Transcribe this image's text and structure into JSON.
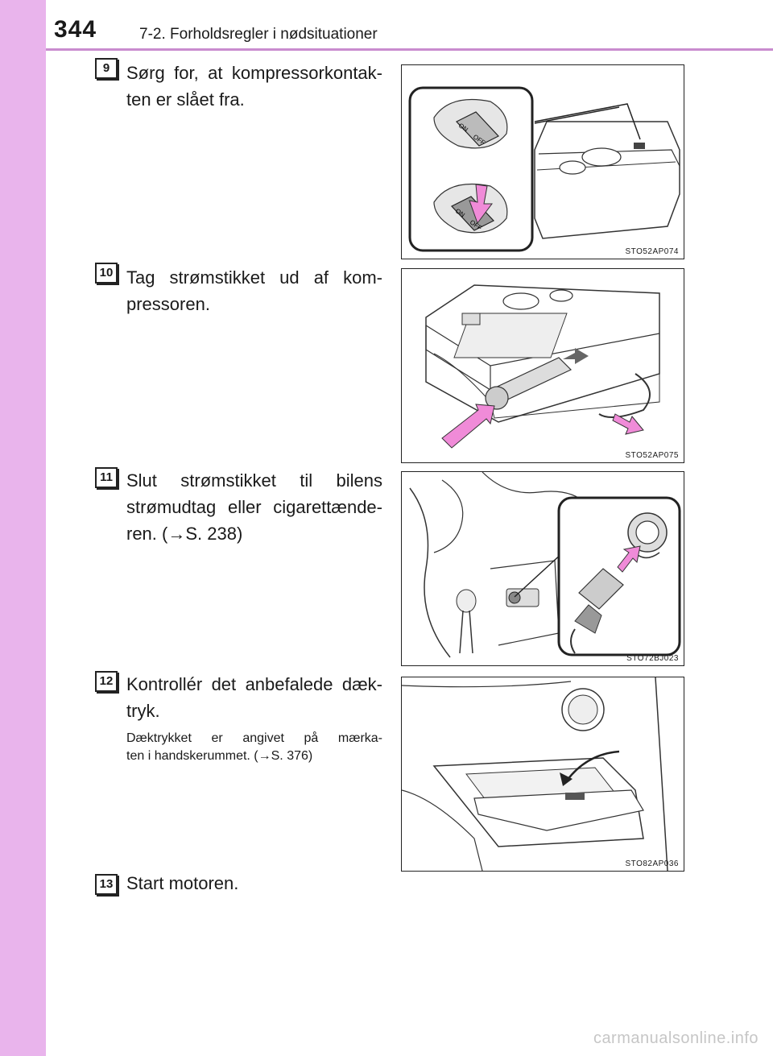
{
  "header": {
    "page_number": "344",
    "section_title": "7-2. Forholdsregler i nødsituationer"
  },
  "steps": [
    {
      "number": "9",
      "text_lines": [
        "Sørg for, at kompressorkontak-",
        "ten er slået fra."
      ],
      "figure_code": "STO52AP074"
    },
    {
      "number": "10",
      "text_lines": [
        "Tag strømstikket ud af kom-",
        "pressoren."
      ],
      "figure_code": "STO52AP075"
    },
    {
      "number": "11",
      "text_lines": [
        "Slut strømstikket til bilens",
        "strømudtag eller cigarettænde-",
        "ren. (→S. 238)"
      ],
      "figure_code": "STO72BJ023"
    },
    {
      "number": "12",
      "text_lines": [
        "Kontrollér det anbefalede dæk-",
        "tryk."
      ],
      "note_lines": [
        "Dæktrykket er angivet på mærka-",
        "ten i handskerummet. (→S. 376)"
      ],
      "figure_code": "STO82AP036"
    },
    {
      "number": "13",
      "text_lines": [
        "Start motoren."
      ]
    }
  ],
  "figure_labels": {
    "on": "ON",
    "off": "OFF"
  },
  "colors": {
    "sidebar": "#e9b4ec",
    "accent": "#c98ccf",
    "arrow": "#f08bd8"
  },
  "watermark": "carmanualsonline.info"
}
